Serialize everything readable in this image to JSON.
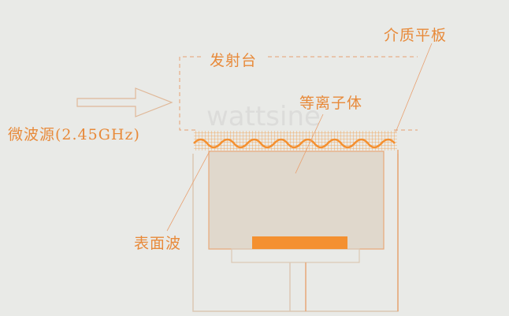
{
  "diagram": {
    "labels": {
      "microwave_source": "微波源(2.45GHz)",
      "launcher": "发射台",
      "dielectric_plate": "介质平板",
      "plasma": "等离子体",
      "surface_wave": "表面波"
    },
    "watermark": "wattsine",
    "colors": {
      "background": "#e9eae7",
      "accent": "#f49030",
      "line": "#e8a878",
      "chamber_fill": "#e0d8cc",
      "frame": "#dcc8b4"
    }
  }
}
